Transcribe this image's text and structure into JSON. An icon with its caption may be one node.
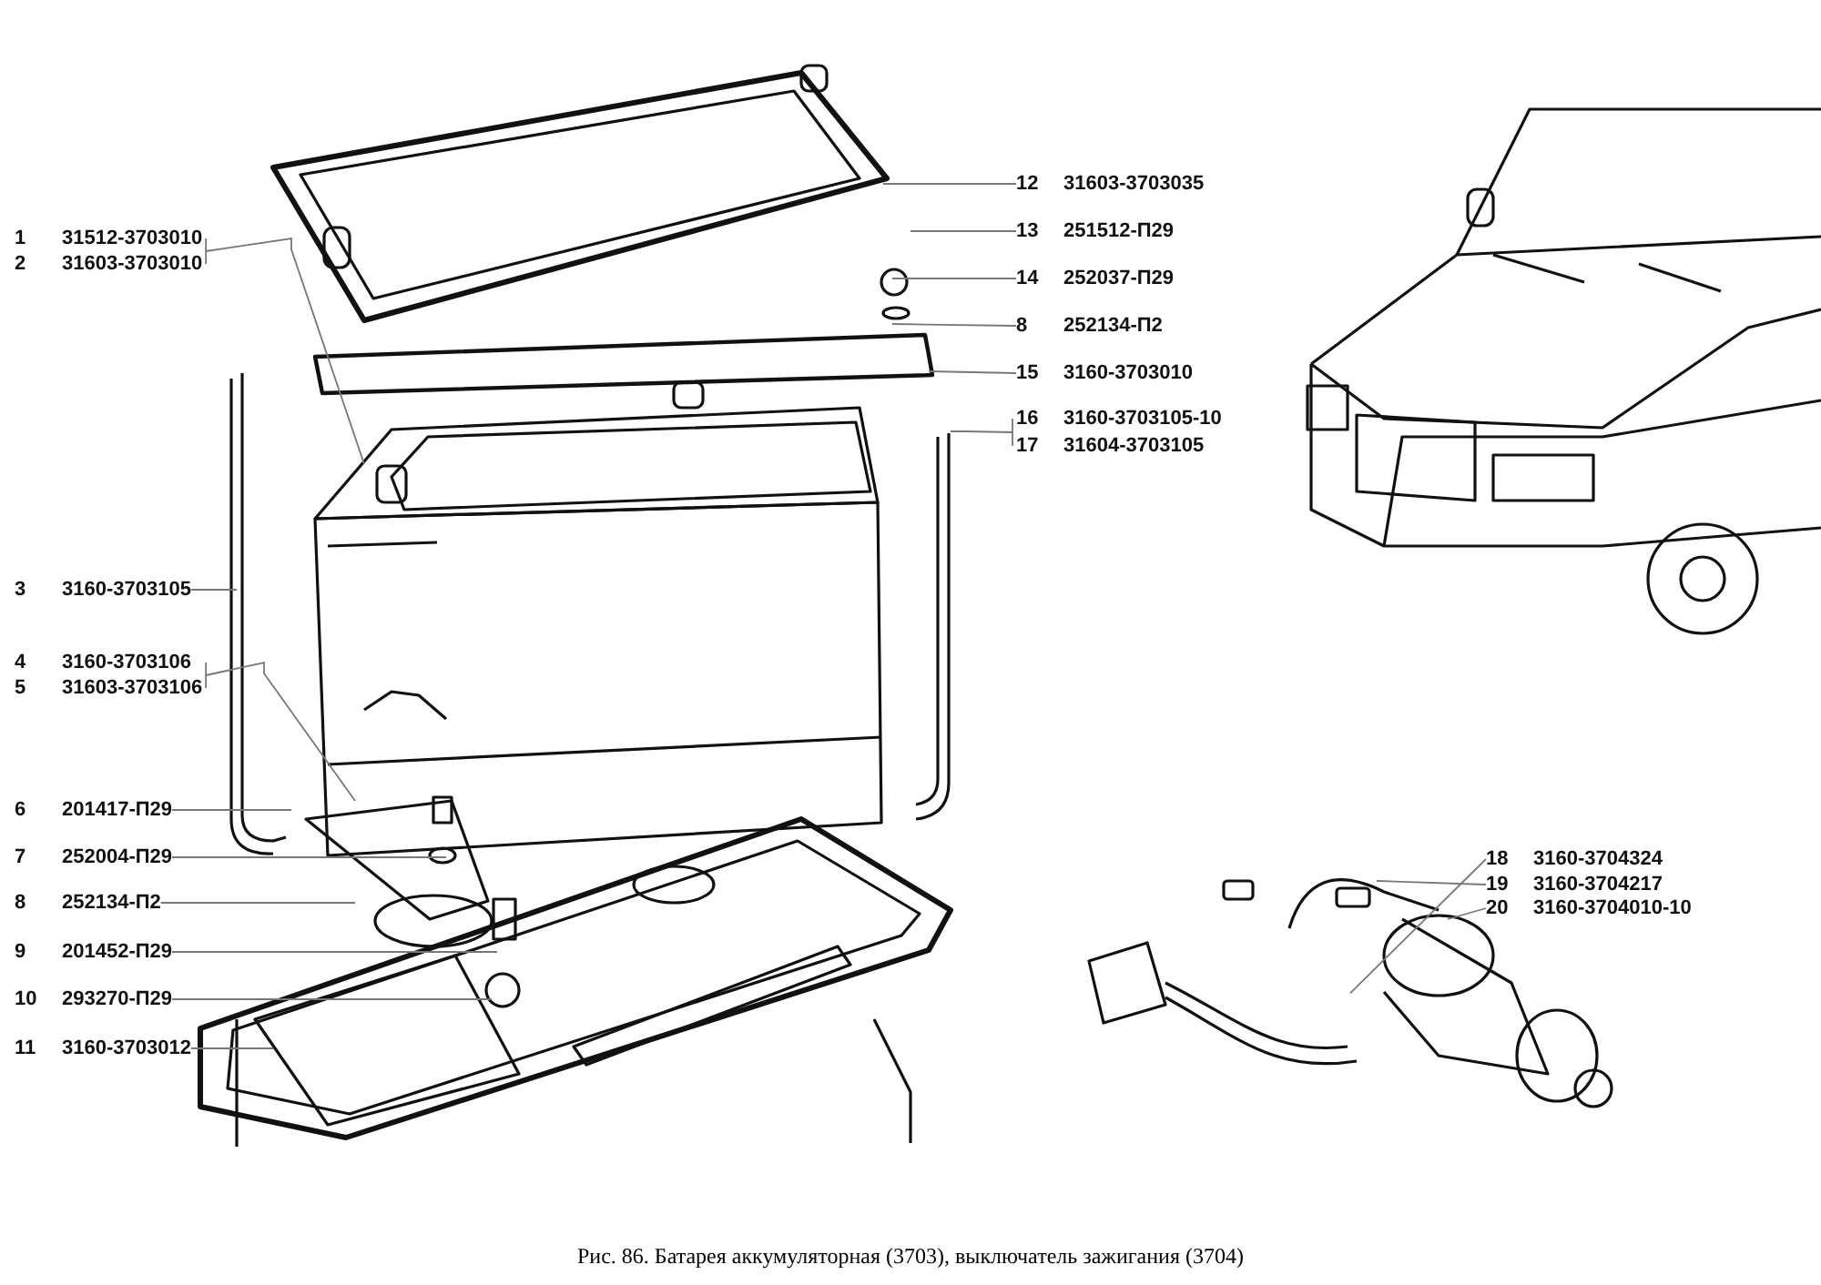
{
  "diagram": {
    "caption": "Рис. 86. Батарея аккумуляторная (3703), выключатель зажигания (3704)",
    "nodes": [
      {
        "text": [
          "1",
          "31512-3703010"
        ]
      },
      {
        "text": [
          "2",
          "31603-3703010"
        ]
      },
      {
        "text": [
          "3",
          "3160-3703105"
        ]
      },
      {
        "text": [
          "4",
          "3160-3703106"
        ]
      },
      {
        "text": [
          "5",
          "31603-3703106"
        ]
      },
      {
        "text": [
          "6",
          "201417-П29"
        ]
      },
      {
        "text": [
          "7",
          "252004-П29"
        ]
      },
      {
        "text": [
          "8",
          "252134-П2"
        ]
      },
      {
        "text": [
          "9",
          "201452-П29"
        ]
      },
      {
        "text": [
          "10",
          "293270-П29"
        ]
      },
      {
        "text": [
          "11",
          "3160-3703012"
        ]
      },
      {
        "text": [
          "12",
          "31603-3703035"
        ]
      },
      {
        "text": [
          "13",
          "251512-П29"
        ]
      },
      {
        "text": [
          "14",
          "252037-П29"
        ]
      },
      {
        "text": [
          "8",
          "252134-П2"
        ]
      },
      {
        "text": [
          "15",
          "3160-3703010"
        ]
      },
      {
        "text": [
          "16",
          "3160-3703105-10"
        ]
      },
      {
        "text": [
          "17",
          "31604-3703105"
        ]
      },
      {
        "text": [
          "18",
          "3160-3704324"
        ]
      },
      {
        "text": [
          "19",
          "3160-3704217"
        ]
      },
      {
        "text": [
          "20",
          "3160-3704010-10"
        ]
      },
      {
        "text": [],
        "shape": "picture"
      }
    ],
    "edges": [
      {
        "from": 0,
        "to": null,
        "arrow": "none"
      },
      {
        "from": 1,
        "to": null,
        "arrow": "none"
      },
      {
        "from": 2,
        "to": null,
        "arrow": "none"
      },
      {
        "from": 3,
        "to": null,
        "arrow": "none"
      },
      {
        "from": 4,
        "to": null,
        "arrow": "none"
      },
      {
        "from": 5,
        "to": null,
        "arrow": "none"
      },
      {
        "from": 6,
        "to": null,
        "arrow": "none"
      },
      {
        "from": 7,
        "to": null,
        "arrow": "none"
      },
      {
        "from": 8,
        "to": null,
        "arrow": "none"
      },
      {
        "from": 9,
        "to": null,
        "arrow": "none"
      },
      {
        "from": 10,
        "to": null,
        "arrow": "none"
      },
      {
        "from": 11,
        "to": null,
        "arrow": "none"
      },
      {
        "from": 12,
        "to": null,
        "arrow": "none"
      },
      {
        "from": 13,
        "to": null,
        "arrow": "none"
      },
      {
        "from": 14,
        "to": null,
        "arrow": "none"
      },
      {
        "from": 15,
        "to": null,
        "arrow": "none"
      },
      {
        "from": 16,
        "to": null,
        "arrow": "none"
      },
      {
        "from": 17,
        "to": null,
        "arrow": "none"
      },
      {
        "from": 18,
        "to": 21,
        "arrow": "none"
      },
      {
        "from": 19,
        "to": 21,
        "arrow": "none"
      },
      {
        "from": 20,
        "to": 21,
        "arrow": "none"
      }
    ]
  }
}
